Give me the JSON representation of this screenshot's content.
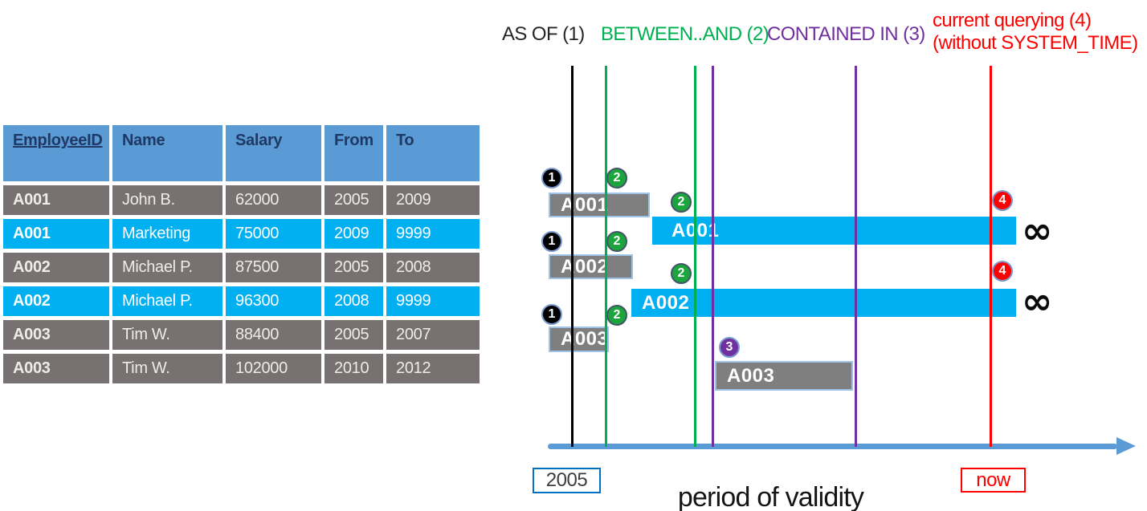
{
  "table": {
    "headers": [
      "EmployeeID",
      "Name",
      "Salary",
      "From",
      "To"
    ],
    "rows": [
      {
        "id": "A001",
        "name": "John B.",
        "salary": "62000",
        "from": "2005",
        "to": "2009",
        "highlight": false
      },
      {
        "id": "A001",
        "name": "Marketing",
        "salary": "75000",
        "from": "2009",
        "to": "9999",
        "highlight": true
      },
      {
        "id": "A002",
        "name": "Michael P.",
        "salary": "87500",
        "from": "2005",
        "to": "2008",
        "highlight": false
      },
      {
        "id": "A002",
        "name": "Michael P.",
        "salary": "96300",
        "from": "2008",
        "to": "9999",
        "highlight": true
      },
      {
        "id": "A003",
        "name": "Tim W.",
        "salary": "88400",
        "from": "2005",
        "to": "2007",
        "highlight": false
      },
      {
        "id": "A003",
        "name": "Tim W.",
        "salary": "102000",
        "from": "2010",
        "to": "2012",
        "highlight": false
      }
    ]
  },
  "legend": {
    "as_of": "AS OF (1)",
    "between_and": "BETWEEN..AND (2)",
    "contained_in": "CONTAINED IN (3)",
    "current_querying": "current querying (4)",
    "current_querying_note": "(without SYSTEM_TIME)"
  },
  "markers": {
    "one": "1",
    "two": "2",
    "three": "3",
    "four": "4"
  },
  "bars": {
    "a001_v1": "A001",
    "a001_current": "A001",
    "a002_v1": "A002",
    "a002_current": "A002",
    "a003_v1": "A003",
    "a003_v2": "A003"
  },
  "infinity": "∞",
  "axis": {
    "start_label": "2005",
    "title": "period of validity",
    "now_label": "now"
  },
  "colors": {
    "header_blue": "#5B9BD5",
    "header_text": "#1F3864",
    "row_gray": "#777171",
    "highlight_cyan": "#00B0F0",
    "bar_gray": "#7F7F7F",
    "bar_border": "#9DC3E6",
    "line_black": "#000000",
    "line_green": "#00B050",
    "line_purple": "#7030A0",
    "line_red": "#FF0000",
    "axis_blue": "#5B9BD5",
    "start_box_border": "#0070C0"
  }
}
